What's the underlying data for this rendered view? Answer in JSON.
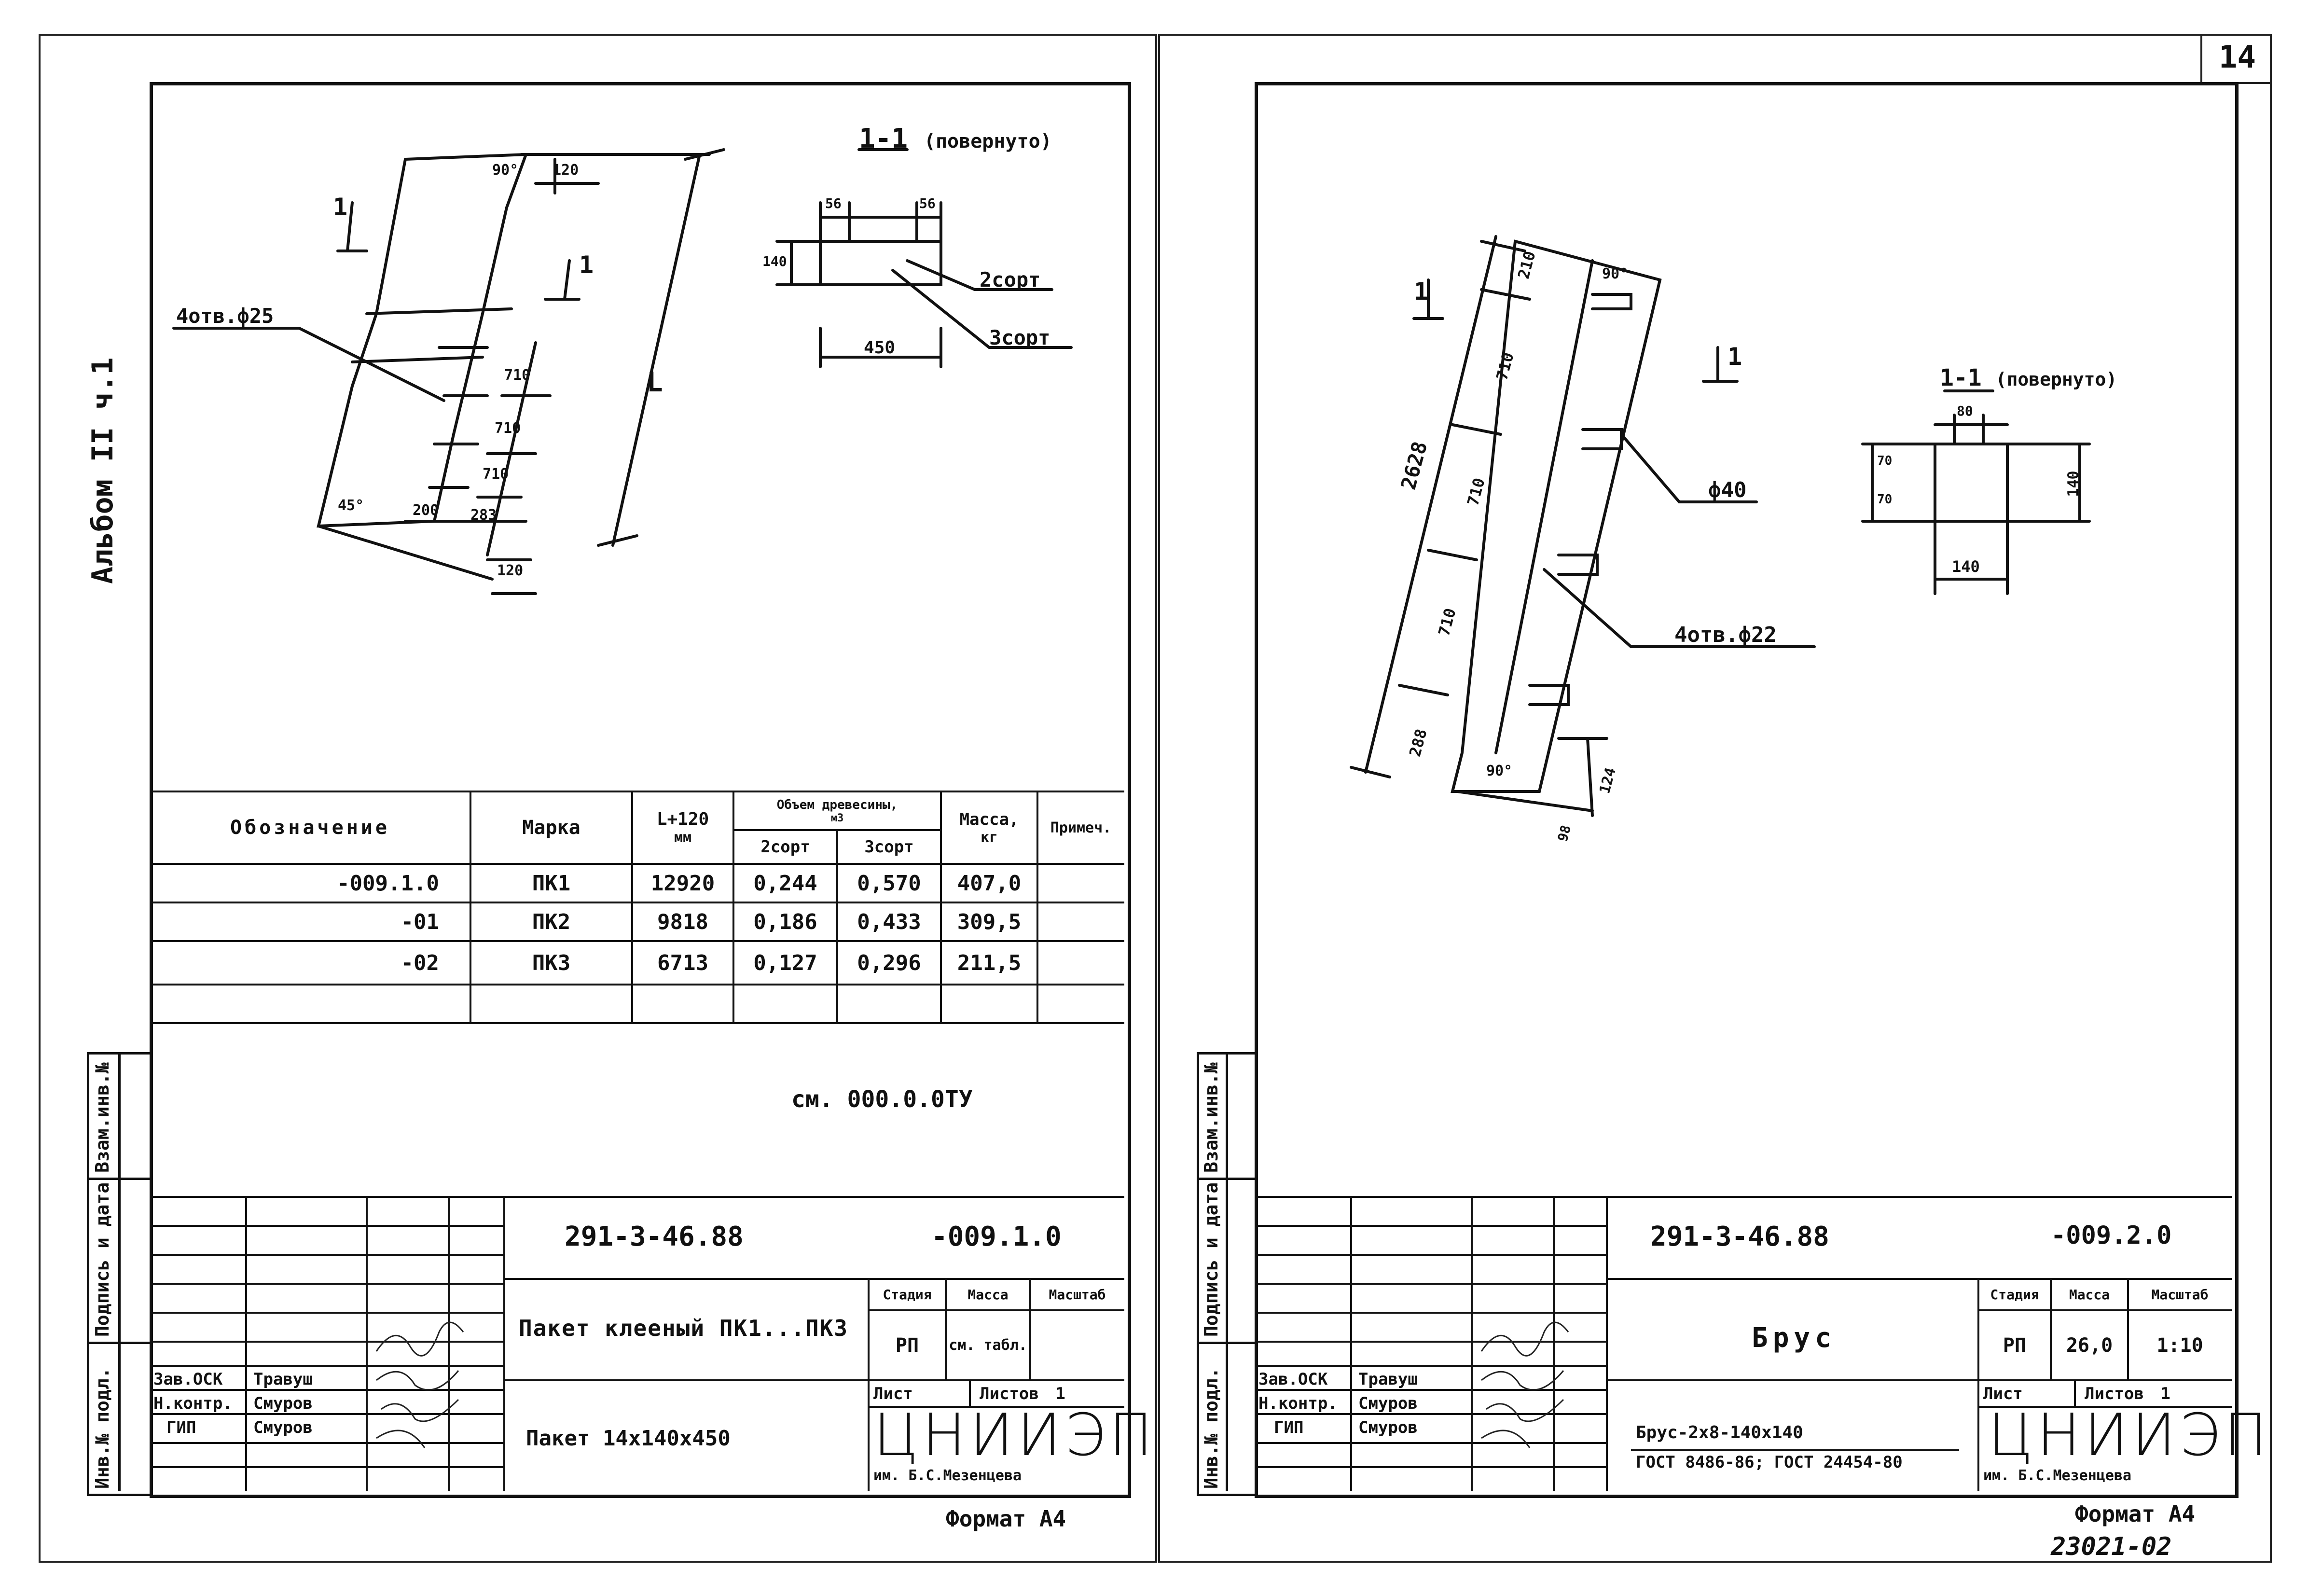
{
  "page_number": "14",
  "album_label": "Альбом II ч.1",
  "inventory_stamp": "23021-02",
  "left_sheet": {
    "section_title": "1-1",
    "section_note": "(повернуто)",
    "cut_marks": [
      "1",
      "1"
    ],
    "callouts": {
      "holes": "4отв.ф25",
      "grade2": "2сорт",
      "grade3": "3сорт"
    },
    "dims": {
      "length": "L",
      "d120_top": "120",
      "angle_top": "90°",
      "d710a": "710",
      "d710b": "710",
      "d710c": "710",
      "d283": "283",
      "d200": "200",
      "d120_bottom": "120",
      "angle_bottom": "45°",
      "sec_56_left": "56",
      "sec_56_right": "56",
      "sec_140": "140",
      "sec_450": "450"
    },
    "spec_table": {
      "headers": {
        "designation": "Обозначение",
        "mark": "Марка",
        "length": "L+120",
        "length_unit": "мм",
        "volume": "Объем древесины,",
        "volume_unit": "м3",
        "grade2": "2сорт",
        "grade3": "3сорт",
        "mass": "Масса,",
        "mass_unit": "кг",
        "note": "Примеч."
      },
      "rows": [
        {
          "designation": "-009.1.0",
          "mark": "ПК1",
          "length": "12920",
          "grade2": "0,244",
          "grade3": "0,570",
          "mass": "407,0"
        },
        {
          "designation": "-01",
          "mark": "ПК2",
          "length": "9818",
          "grade2": "0,186",
          "grade3": "0,433",
          "mass": "309,5"
        },
        {
          "designation": "-02",
          "mark": "ПК3",
          "length": "6713",
          "grade2": "0,127",
          "grade3": "0,296",
          "mass": "211,5"
        }
      ]
    },
    "reference_note": "см. 000.0.0ТУ",
    "side_labels": [
      "Взам.инв.№",
      "Подпись и дата",
      "Инв.№ подл."
    ],
    "title_block": {
      "doc_code": "291-3-46.88",
      "doc_suffix": "-009.1.0",
      "name": "Пакет клееный ПК1...ПК3",
      "material": "Пакет 14х140х450",
      "stage_label": "Стадия",
      "mass_label": "Масса",
      "scale_label": "Масштаб",
      "stage": "РП",
      "mass": "см. табл.",
      "scale": "",
      "sheet_label": "Лист",
      "sheets_label": "Листов",
      "sheets_count": "1",
      "staff": [
        {
          "role": "Зав.ОСК",
          "name": "Травуш"
        },
        {
          "role": "Н.контр.",
          "name": "Смуров"
        },
        {
          "role": "ГИП",
          "name": "Смуров"
        }
      ],
      "org": "ЦНИИЭП",
      "org_sub": "им. Б.С.Мезенцева",
      "format": "Формат А4"
    }
  },
  "right_sheet": {
    "section_title": "1-1",
    "section_note": "(повернуто)",
    "cut_marks": [
      "1",
      "1"
    ],
    "callouts": {
      "hole": "ф40",
      "holes": "4отв.ф22"
    },
    "dims": {
      "d2628": "2628",
      "d210": "210",
      "d710a": "710",
      "d710b": "710",
      "d710c": "710",
      "d288": "288",
      "d124": "124",
      "d98": "98",
      "angle_top": "90°",
      "angle_bottom": "90°",
      "sec_80": "80",
      "sec_70a": "70",
      "sec_70b": "70",
      "sec_140_v": "140",
      "sec_140_h": "140"
    },
    "side_labels": [
      "Взам.инв.№",
      "Подпись и дата",
      "Инв.№ подл."
    ],
    "title_block": {
      "doc_code": "291-3-46.88",
      "doc_suffix": "-009.2.0",
      "name": "Брус",
      "material_line1": "Брус-2х8-140х140",
      "material_line2": "ГОСТ 8486-86; ГОСТ 24454-80",
      "stage_label": "Стадия",
      "mass_label": "Масса",
      "scale_label": "Масштаб",
      "stage": "РП",
      "mass": "26,0",
      "scale": "1:10",
      "sheet_label": "Лист",
      "sheets_label": "Листов",
      "sheets_count": "1",
      "staff": [
        {
          "role": "Зав.ОСК",
          "name": "Травуш"
        },
        {
          "role": "Н.контр.",
          "name": "Смуров"
        },
        {
          "role": "ГИП",
          "name": "Смуров"
        }
      ],
      "org": "ЦНИИЭП",
      "org_sub": "им. Б.С.Мезенцева",
      "format": "Формат А4"
    }
  }
}
